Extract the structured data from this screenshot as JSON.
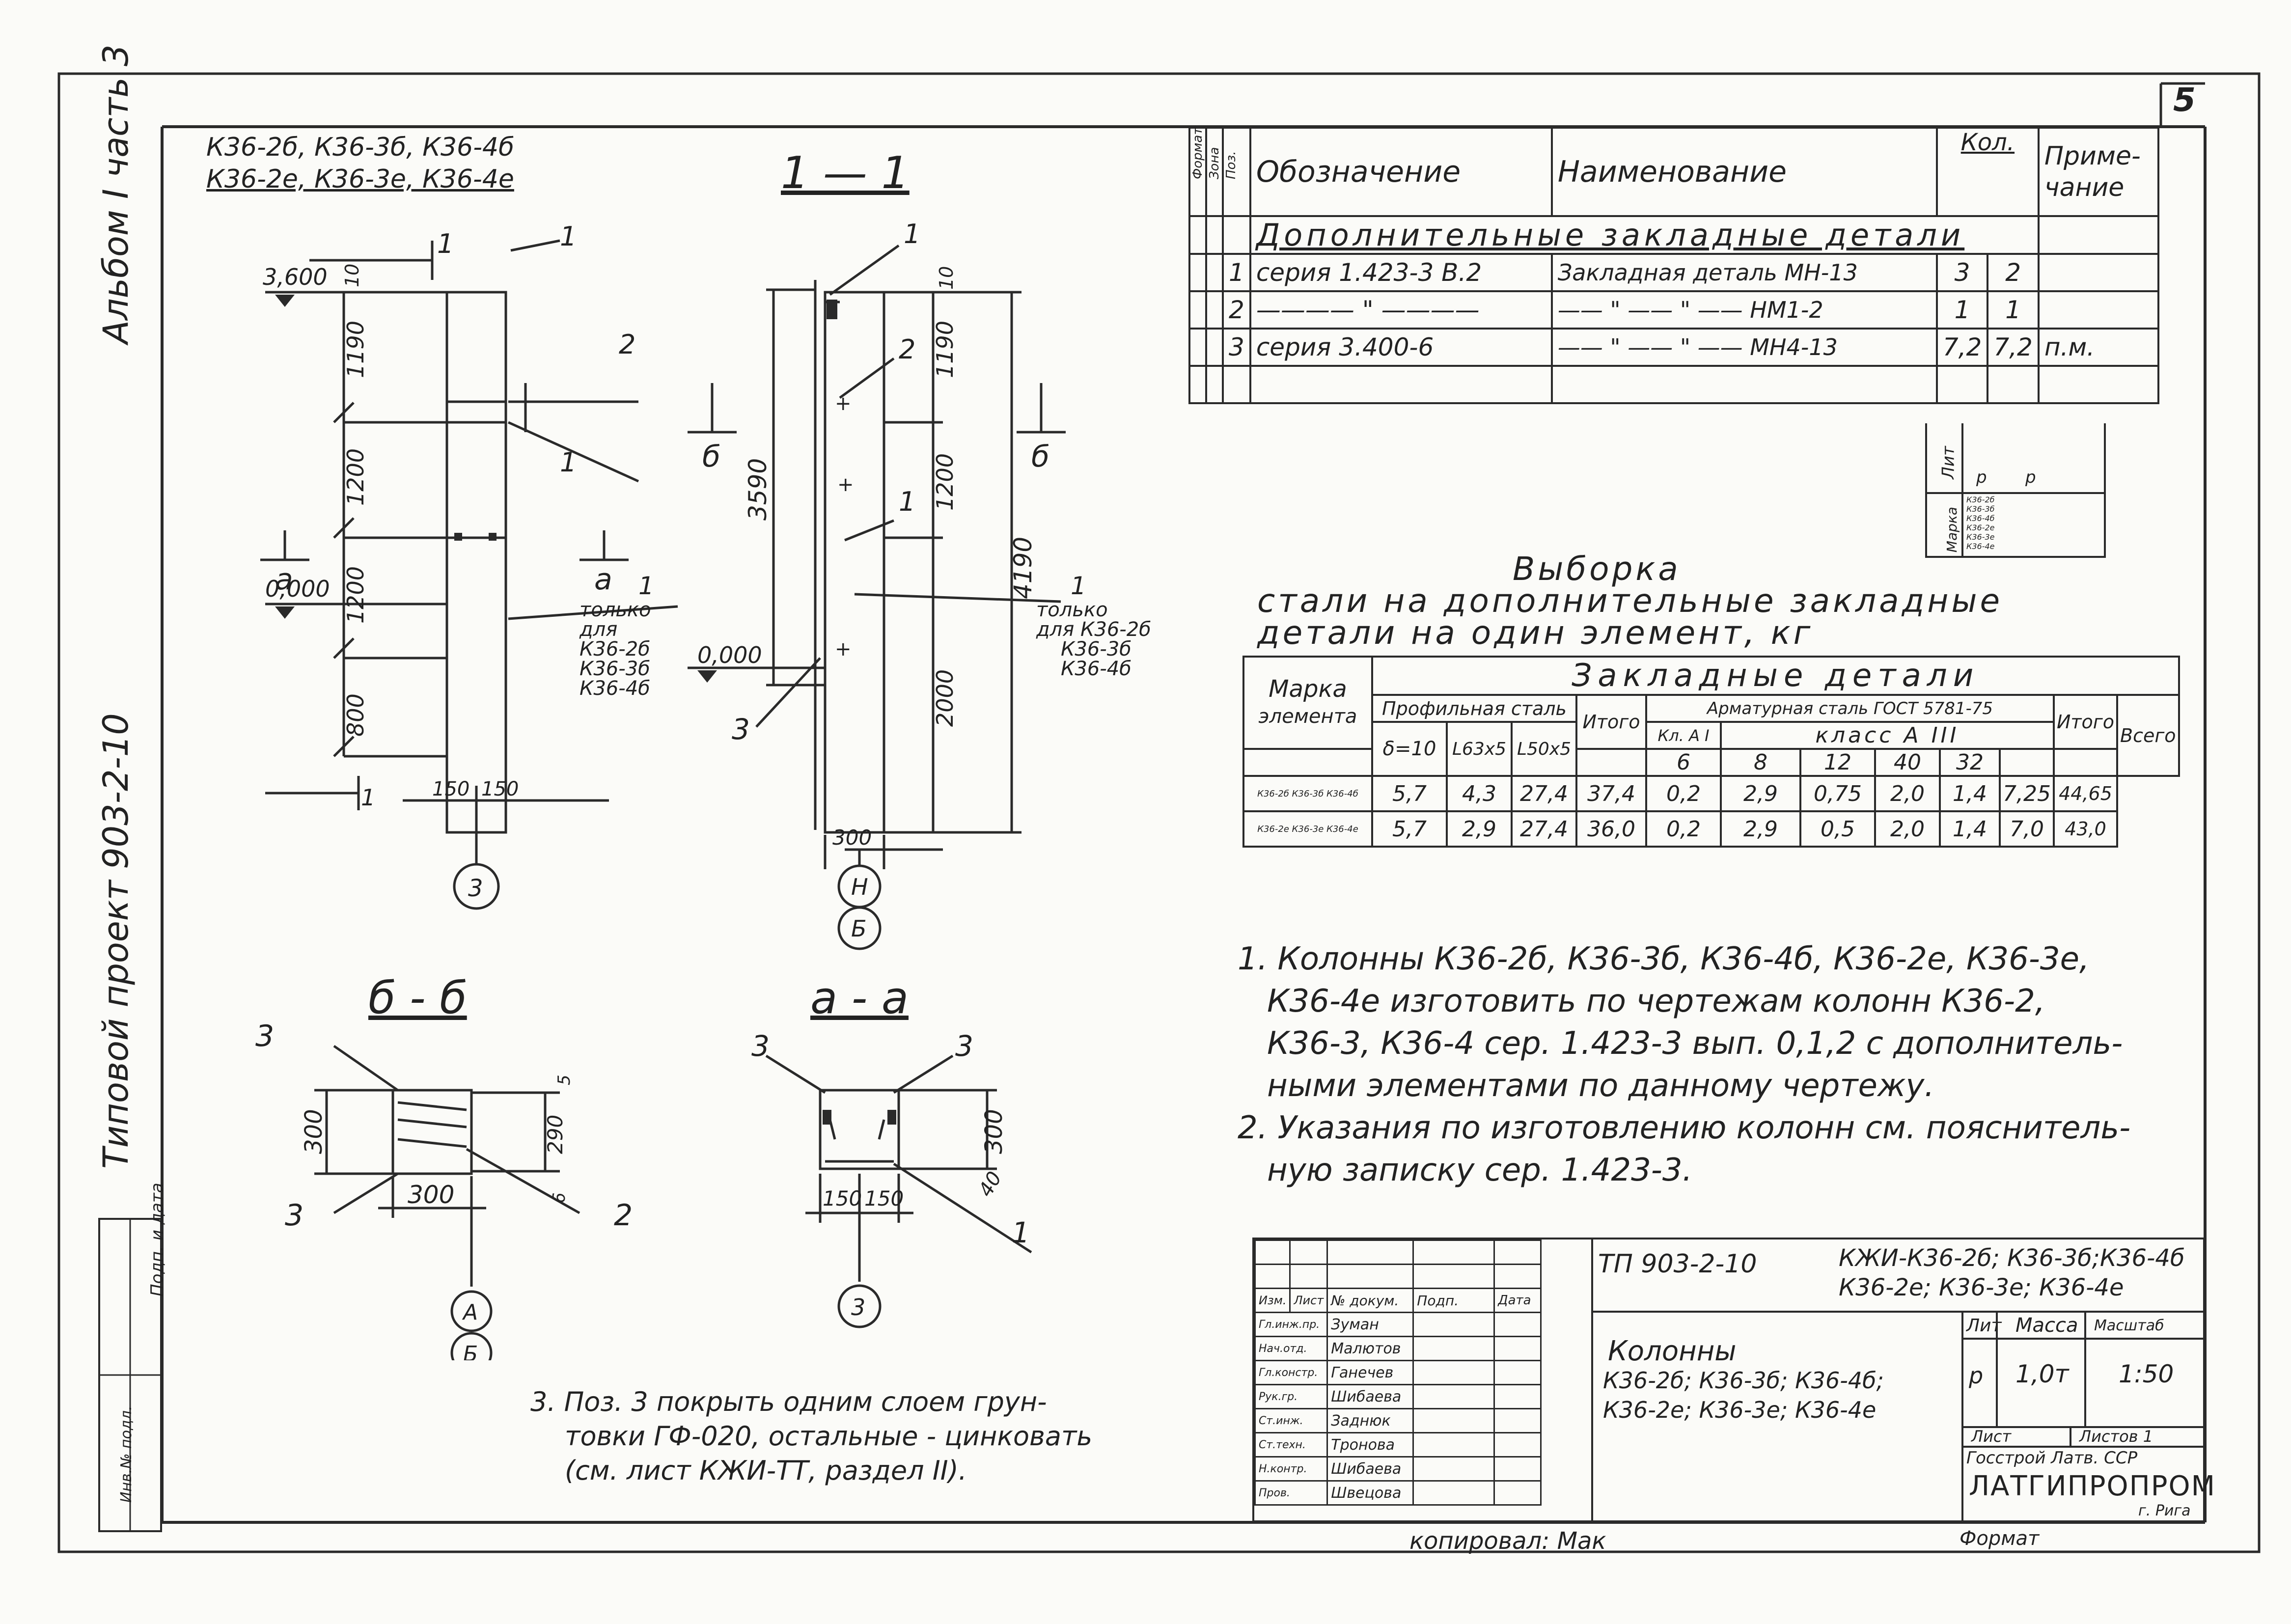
{
  "sheet_number": "5",
  "side_texts": {
    "album": "Альбом I часть 3",
    "project": "Типовой проект 903-2-10",
    "stamp_1": "Подп. и дата",
    "stamp_2": "Инв.№ подл."
  },
  "column_marks": {
    "line1": "К36-2б, К36-3б, К36-4б",
    "line2": "К36-2е, К36-3е, К36-4е"
  },
  "section_titles": {
    "s11": "1 — 1",
    "sbb": "б - б",
    "saa": "а - а"
  },
  "elevation": {
    "top_level": "3,600",
    "zero_level": "0,000",
    "dim_1190": "1190",
    "dim_1200a": "1200",
    "dim_1200b": "1200",
    "dim_800": "800",
    "dim_10": "10",
    "dim_150a": "150",
    "dim_150b": "150",
    "cut_mark": "1",
    "pos1": "1",
    "pos2": "2",
    "pos1b": "1",
    "pos1c": "1",
    "note_only": "только",
    "note_for": "для",
    "note_m1": "К36-2б",
    "note_m2": "К36-3б",
    "note_m3": "К36-4б",
    "sec_a": "а",
    "axis": "3"
  },
  "section11": {
    "zero_level": "0,000",
    "dim_3590": "3590",
    "dim_4190": "4190",
    "dim_1190": "1190",
    "dim_1200": "1200",
    "dim_2000": "2000",
    "dim_10": "10",
    "dim_300": "300",
    "pos1": "1",
    "pos2": "2",
    "pos1b": "1",
    "pos1c": "1",
    "pos3": "3",
    "note_only": "только",
    "note_for": "для К36-2б",
    "note_m2": "К36-3б",
    "note_m3": "К36-4б",
    "sec_b": "б",
    "axis_top": "Н",
    "axis_bottom": "Б"
  },
  "section_bb": {
    "dim_300v": "300",
    "dim_290": "290",
    "dim_300h": "300",
    "dim_5": "5",
    "dim_6": "6",
    "pos3a": "3",
    "pos3b": "3",
    "pos2": "2",
    "axis_top": "А",
    "axis_bottom": "Б"
  },
  "section_aa": {
    "dim_300": "300",
    "dim_40": "40",
    "dim_150a": "150",
    "dim_150b": "150",
    "pos3a": "3",
    "pos3b": "3",
    "pos1": "1",
    "axis": "3"
  },
  "spec_table": {
    "headers": {
      "format": "Формат",
      "zone": "Зона",
      "pos": "Поз.",
      "designation": "Обозначение",
      "name": "Наименование",
      "qty": "Кол.",
      "note_1": "Приме-",
      "note_2": "чание"
    },
    "section_title": "Дополнительные закладные детали",
    "rows": [
      {
        "pos": "1",
        "designation": "серия 1.423-3 В.2",
        "name": "Закладная деталь МН-13",
        "q1": "3",
        "q2": "2",
        "note": ""
      },
      {
        "pos": "2",
        "designation": "———— \" ————",
        "name": "—— \" —— \" —— НМ1-2",
        "q1": "1",
        "q2": "1",
        "note": ""
      },
      {
        "pos": "3",
        "designation": "серия 3.400-6",
        "name": "—— \" —— \" —— МН4-13",
        "q1": "7,2",
        "q2": "7,2",
        "note": "п.м."
      }
    ],
    "litera_label": "Лит",
    "litera_value": "р",
    "marks_label": "Марка",
    "marks": [
      "К36-2б",
      "К36-3б",
      "К36-4б",
      "К36-2е",
      "К36-3е",
      "К36-4е"
    ]
  },
  "selection": {
    "title_1": "Выборка",
    "title_2": "стали на дополнительные закладные",
    "title_3": "детали на один элемент, кг",
    "group": "Закладные детали",
    "mark_col_1": "Марка",
    "mark_col_2": "элемента",
    "profile_steel": "Профильная сталь",
    "sub_1": "δ=10",
    "sub_2": "L63х5",
    "sub_3": "L50х5",
    "itogo": "Итого",
    "rebar": "Арматурная сталь ГОСТ 5781-75",
    "class_a1": "Кл. А I",
    "class_a3": "класс А III",
    "d6": "6",
    "d8": "8",
    "d12": "12",
    "d40": "40",
    "d32": "32",
    "itogo2": "Итого",
    "total": "Всего",
    "rows": [
      {
        "marks": "К36-2б К36-3б К36-4б",
        "v": [
          "5,7",
          "4,3",
          "27,4",
          "37,4",
          "0,2",
          "2,9",
          "0,75",
          "2,0",
          "1,4",
          "7,25",
          "44,65"
        ]
      },
      {
        "marks": "К36-2е К36-3е К36-4е",
        "v": [
          "5,7",
          "2,9",
          "27,4",
          "36,0",
          "0,2",
          "2,9",
          "0,5",
          "2,0",
          "1,4",
          "7,0",
          "43,0"
        ]
      }
    ]
  },
  "notes": [
    "1. Колонны  К36-2б,  К36-3б,  К36-4б,  К36-2е,  К36-3е,",
    "К36-4е  изготовить  по  чертежам  колонн  К36-2,",
    "К36-3,  К36-4  сер.  1.423-3  вып.  0,1,2 с дополнитель-",
    "ными  элементами  по  данному  чертежу.",
    "2. Указания  по  изготовлению  колонн  см.  пояснитель-",
    "ную  записку  сер.  1.423-3."
  ],
  "note3": [
    "3. Поз. 3 покрыть  одним слоем грун-",
    "товки ГФ-020, остальные - цинковать",
    "(см. лист  КЖИ-ТТ,  раздел  II)."
  ],
  "title_block": {
    "project_code": "ТП 903-2-10",
    "doc_code_1": "КЖИ-К36-2б; К36-3б;К36-4б",
    "doc_code_2": "К36-2е; К36-3е; К36-4е",
    "head": [
      "Изм.",
      "Лист",
      "№ докум.",
      "Подп.",
      "Дата"
    ],
    "staff": [
      {
        "role": "Гл.инж.пр.",
        "name": "Зуман"
      },
      {
        "role": "Нач.отд.",
        "name": "Малютов"
      },
      {
        "role": "Гл.констр.",
        "name": "Ганечев"
      },
      {
        "role": "Рук.гр.",
        "name": "Шибаева"
      },
      {
        "role": "Ст.инж.",
        "name": "Заднюк"
      },
      {
        "role": "Ст.техн.",
        "name": "Тронова"
      },
      {
        "role": "Н.контр.",
        "name": "Шибаева"
      },
      {
        "role": "Пров.",
        "name": "Швецова"
      }
    ],
    "item_name_1": "Колонны",
    "item_name_2": "К36-2б; К36-3б; К36-4б;",
    "item_name_3": "К36-2е; К36-3е; К36-4е",
    "lit_label": "Лит",
    "mass_label": "Масса",
    "scale_label": "Масштаб",
    "lit": "р",
    "mass": "1,0т",
    "scale": "1:50",
    "sheet_label": "Лист",
    "sheets_label": "Листов 1",
    "org_1": "Госстрой Латв. ССР",
    "org_2": "ЛАТГИПРОПРОМ",
    "org_3": "г. Рига"
  },
  "footer": {
    "copied": "копировал: Мак",
    "format": "Формат"
  }
}
